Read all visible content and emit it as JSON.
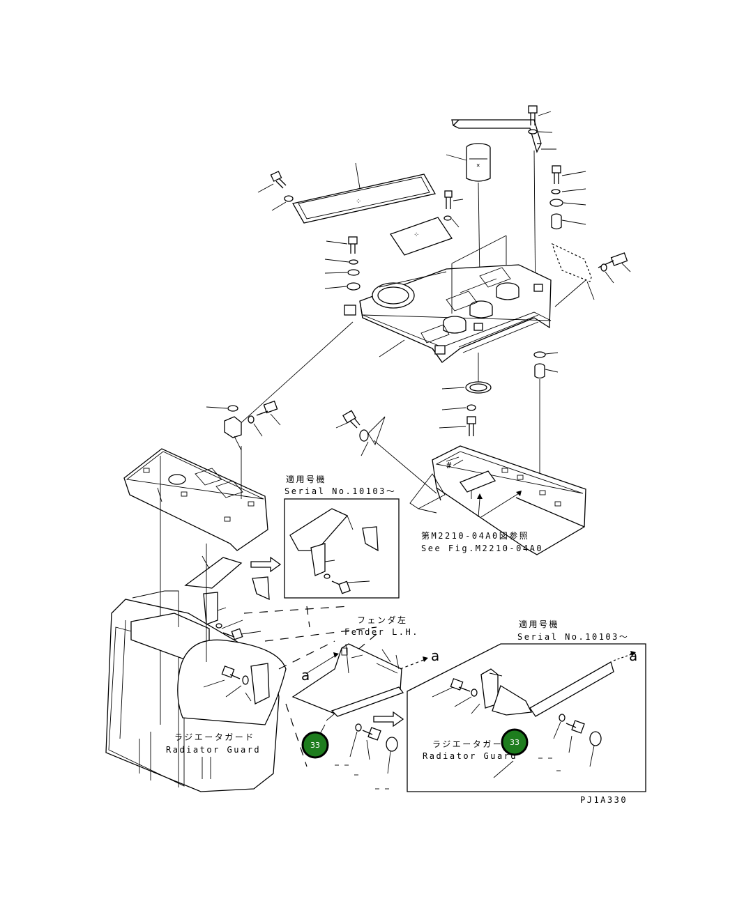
{
  "labels": {
    "serial_ja_1": "適用号機",
    "serial_en_1": "Serial No.10103～",
    "see_fig_ja": "第M2210-04A0図参照",
    "see_fig_en": "See Fig.M2210-04A0",
    "fender_ja": "フェンダ左",
    "fender_en": "Fender L.H.",
    "radiator_ja_1": "ラジエータガード",
    "radiator_en_1": "Radiator Guard",
    "serial_ja_2": "適用号機",
    "serial_en_2": "Serial No.10103～",
    "radiator_ja_2": "ラジエータガード",
    "radiator_en_2": "Radiator Guard",
    "ref_a_1": "a",
    "ref_a_2": "a",
    "ref_a_3": "a",
    "drawing_id": "PJ1A330"
  },
  "callouts": [
    {
      "number": "33",
      "color": "#1e7d1e"
    },
    {
      "number": "33",
      "color": "#1e7d1e"
    }
  ]
}
